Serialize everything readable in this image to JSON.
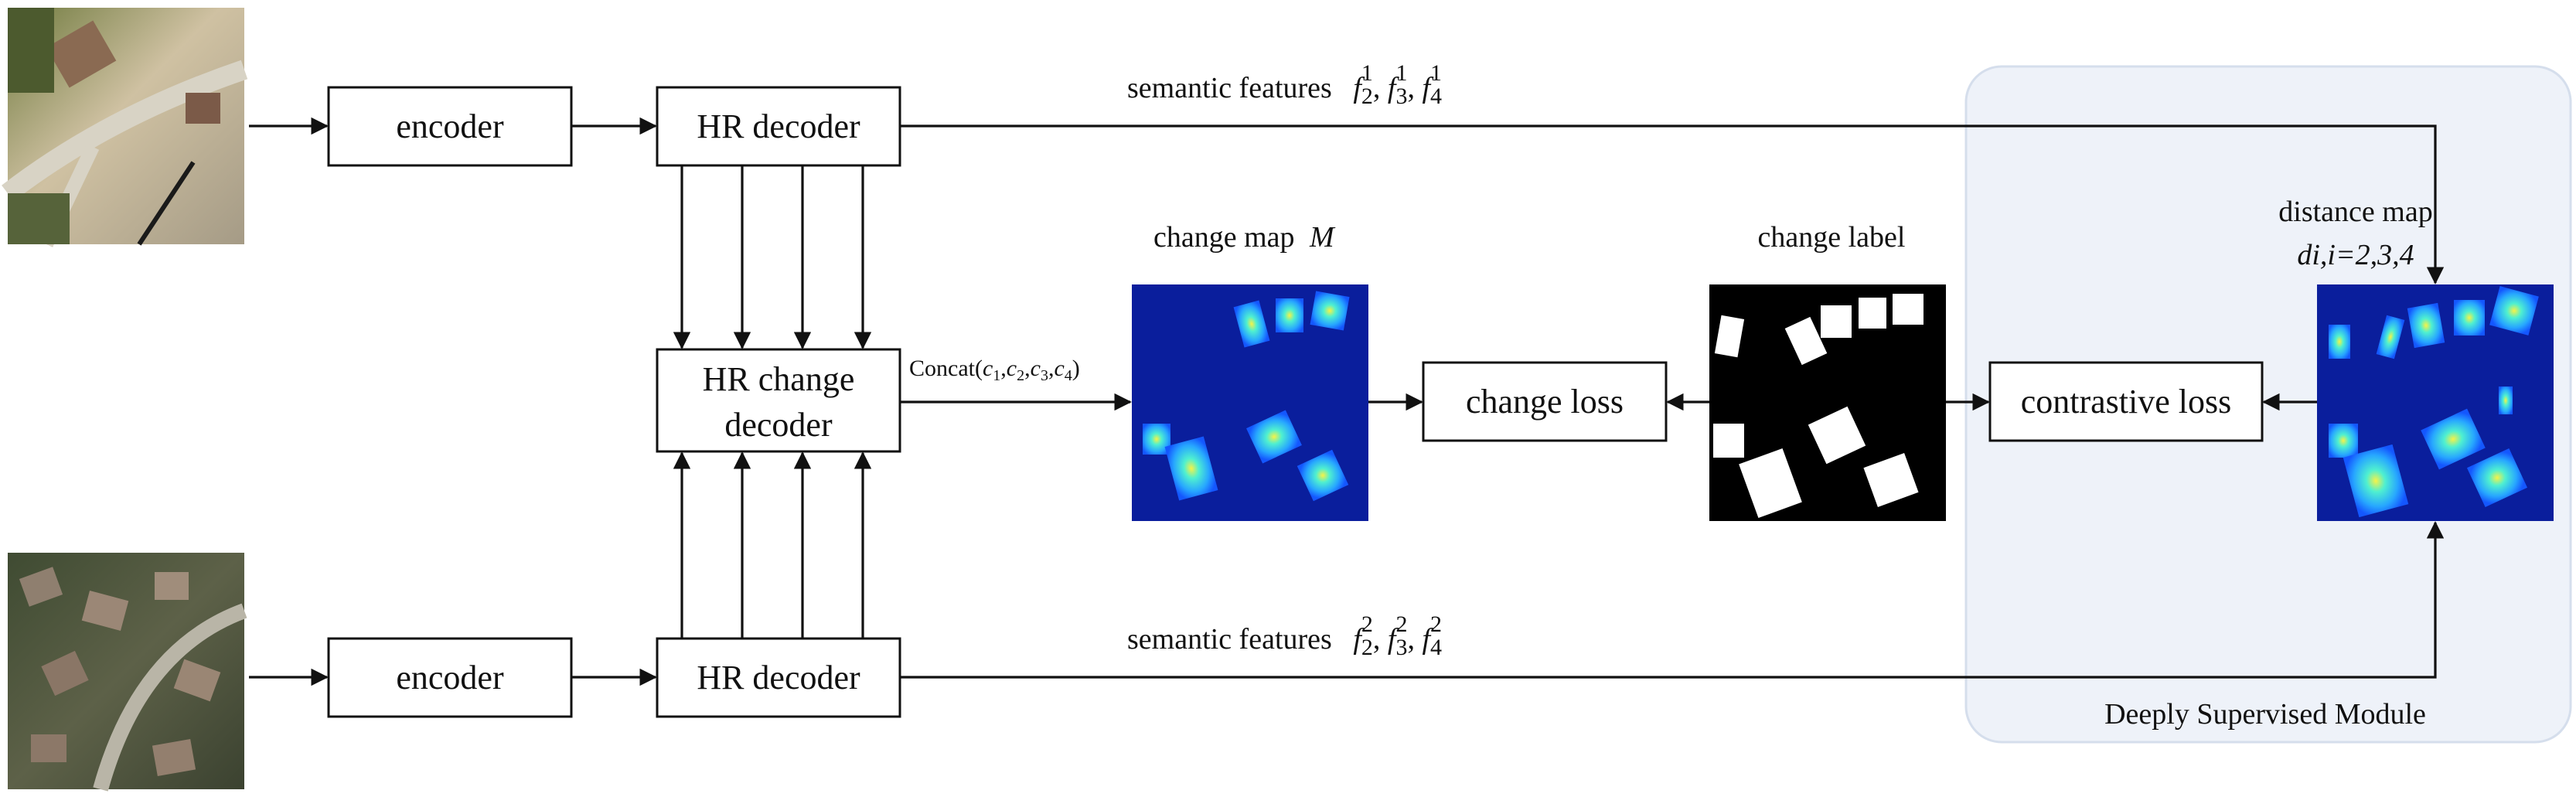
{
  "nodes": {
    "encoder_top": "encoder",
    "encoder_bottom": "encoder",
    "hr_decoder_top": "HR decoder",
    "hr_decoder_bottom": "HR decoder",
    "hr_change_decoder_line1": "HR change",
    "hr_change_decoder_line2": "decoder",
    "change_loss": "change loss",
    "contrastive_loss": "contrastive loss"
  },
  "labels": {
    "semantic_top_text": "semantic features",
    "semantic_top_f1": "f",
    "semantic_top_f1_sub": "2",
    "semantic_top_f1_sup": "1",
    "semantic_top_f2": "f",
    "semantic_top_f2_sub": "3",
    "semantic_top_f2_sup": "1",
    "semantic_top_f3": "f",
    "semantic_top_f3_sub": "4",
    "semantic_top_f3_sup": "1",
    "semantic_bottom_text": "semantic features",
    "semantic_bottom_f1": "f",
    "semantic_bottom_f1_sub": "2",
    "semantic_bottom_f1_sup": "2",
    "semantic_bottom_f2": "f",
    "semantic_bottom_f2_sub": "3",
    "semantic_bottom_f2_sup": "2",
    "semantic_bottom_f3": "f",
    "semantic_bottom_f3_sub": "4",
    "semantic_bottom_f3_sup": "2",
    "concat_prefix": "Concat(",
    "concat_c": "c",
    "concat_subs": [
      "1",
      "2",
      "3",
      "4"
    ],
    "concat_sep": ",",
    "concat_suffix": ")",
    "change_map_text": "change map",
    "change_map_symbol": "M",
    "change_label": "change label",
    "distance_map_line1": "distance map",
    "distance_map_line2": "di,i=2,3,4",
    "module_label": "Deeply Supervised Module"
  },
  "colors": {
    "module_fill": "#eef2f9",
    "module_stroke": "#d5deec",
    "heatmap_background": "#0a1e9c",
    "label_background": "#000000",
    "label_foreground": "#ffffff"
  }
}
